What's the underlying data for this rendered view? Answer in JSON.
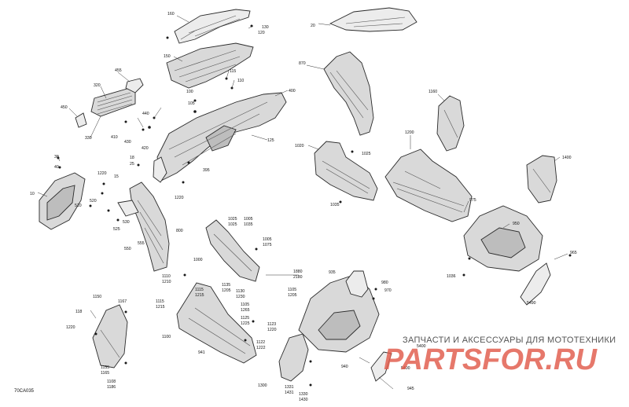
{
  "diagram_code": "70CA035",
  "watermark": {
    "line1": "ЗАПЧАСТИ И АКСЕССУАРЫ ДЛЯ МОТОТЕХНИКИ",
    "logo": "PARTSFOR.RU"
  },
  "callouts": {
    "c160": "160",
    "c130": "130",
    "c120": "120",
    "c150": "150",
    "c115": "115",
    "c110": "110",
    "c100": "100",
    "c400": "400",
    "c455": "455",
    "c320": "320",
    "c450": "450",
    "c440": "440",
    "c330": "330",
    "c410": "410",
    "c430": "430",
    "c420": "420",
    "c125": "125",
    "c105": "105",
    "c18": "18",
    "c25": "25",
    "c395": "395",
    "c30": "30",
    "c40": "40",
    "c10": "10",
    "c1220a": "1220",
    "c15": "15",
    "c510": "510",
    "c520": "520",
    "c525": "525",
    "c530": "530",
    "c550": "550",
    "c555": "555",
    "c800": "800",
    "c1220b": "1220",
    "c20": "20",
    "c870": "870",
    "c1160": "1160",
    "c1020": "1020",
    "c1025": "1025",
    "c1035": "1035",
    "c1200": "1200",
    "c1400": "1400",
    "c975": "975",
    "c950": "950",
    "c965": "965",
    "c1036": "1036",
    "c5490": "5490",
    "c1015a": "1025",
    "c1015b": "1025",
    "c1005": "1005",
    "c1035b": "1035",
    "c1005b": "1005",
    "c1075": "1075",
    "c1000": "1000",
    "c1110": "1110",
    "c1210": "1210",
    "c1115": "1115",
    "c1215": "1215",
    "c1135": "1135",
    "c1205": "1205",
    "c1130": "1130",
    "c1230": "1230",
    "c1105": "1105",
    "c1265": "1265",
    "c1125": "1125",
    "c1225": "1225",
    "c1123": "1123",
    "c1220c": "1220",
    "c1122": "1122",
    "c1222": "1222",
    "c1100": "1100",
    "c941": "941",
    "c118": "118",
    "c1150": "1150",
    "c1167": "1167",
    "c1220d": "1220",
    "c1155": "1155",
    "c1165": "1165",
    "c1108": "1108",
    "c1186": "1186",
    "c1880": "1880",
    "c2180": "2180",
    "c935": "935",
    "c980": "980",
    "c1105b": "1105",
    "c1205b": "1205",
    "c970": "970",
    "c940": "940",
    "c1300": "1300",
    "c1331": "1331",
    "c1431": "1431",
    "c1330": "1330",
    "c1430": "1430",
    "c5400a": "5400",
    "c5400b": "5400",
    "c945": "945"
  }
}
